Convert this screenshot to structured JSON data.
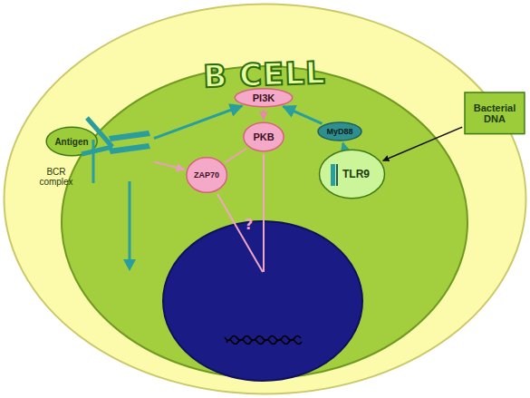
{
  "diagram": {
    "nodes": [
      {
        "text": [
          "B CELL"
        ]
      },
      {
        "text": [
          "PI3K"
        ],
        "in": 0
      },
      {
        "text": [
          "Bacterial DNA"
        ],
        "in": 0
      },
      {
        "text": [
          "Antigen"
        ],
        "in": 0
      },
      {
        "text": [
          "BCR complex"
        ],
        "in": 0
      },
      {
        "text": [
          "PKB"
        ],
        "in": 0
      },
      {
        "text": [
          "MyD88"
        ],
        "in": 0
      },
      {
        "text": [
          "ZAP70"
        ],
        "in": 0
      },
      {
        "text": [
          "TLR9"
        ],
        "in": 0
      }
    ],
    "edges": [
      {
        "from": 4,
        "to": 1,
        "arrow": "to"
      },
      {
        "from": 4,
        "to": 7,
        "arrow": "to"
      },
      {
        "from": 7,
        "to": 5,
        "arrow": "none"
      },
      {
        "from": 1,
        "to": 5,
        "arrow": "to"
      },
      {
        "from": 2,
        "to": 8,
        "arrow": "to"
      },
      {
        "from": 8,
        "to": 6,
        "arrow": "to"
      },
      {
        "from": 6,
        "to": 1,
        "arrow": "to"
      }
    ],
    "labels": [
      "?"
    ]
  }
}
